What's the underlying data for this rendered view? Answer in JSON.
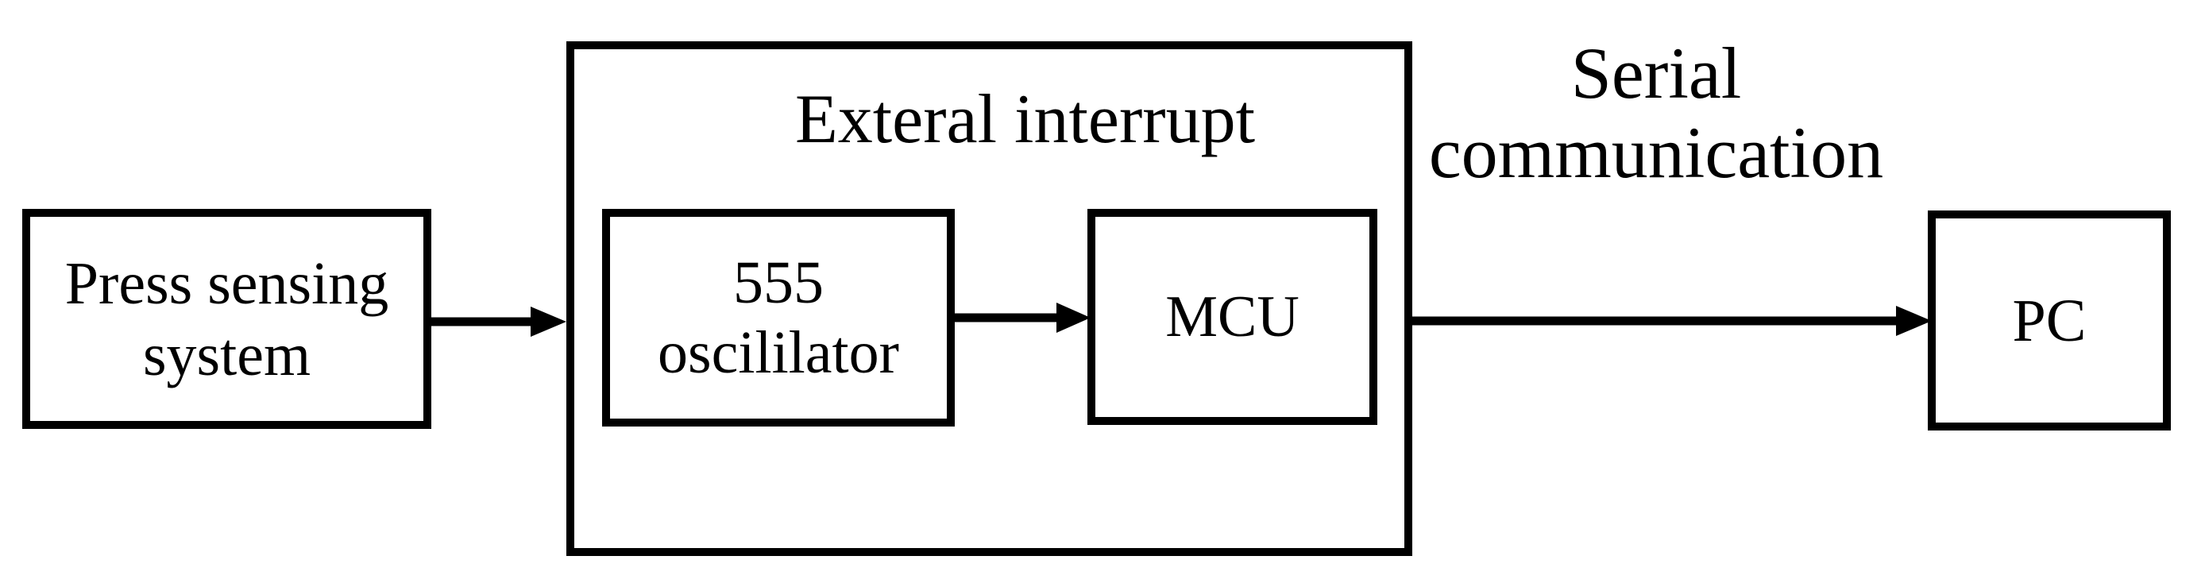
{
  "colors": {
    "ink": "#000000",
    "background": "#ffffff"
  },
  "diagram": {
    "blocks": {
      "press_sensing": {
        "lines": [
          "Press sensing",
          "system"
        ]
      },
      "external_interrupt_group": {
        "title": "Exteral interrupt"
      },
      "oscillator_555": {
        "lines": [
          "555",
          "oscililator"
        ]
      },
      "mcu": {
        "label": "MCU"
      },
      "pc": {
        "label": "PC"
      }
    },
    "connections": {
      "serial": {
        "lines": [
          "Serial",
          "communication"
        ]
      }
    }
  }
}
